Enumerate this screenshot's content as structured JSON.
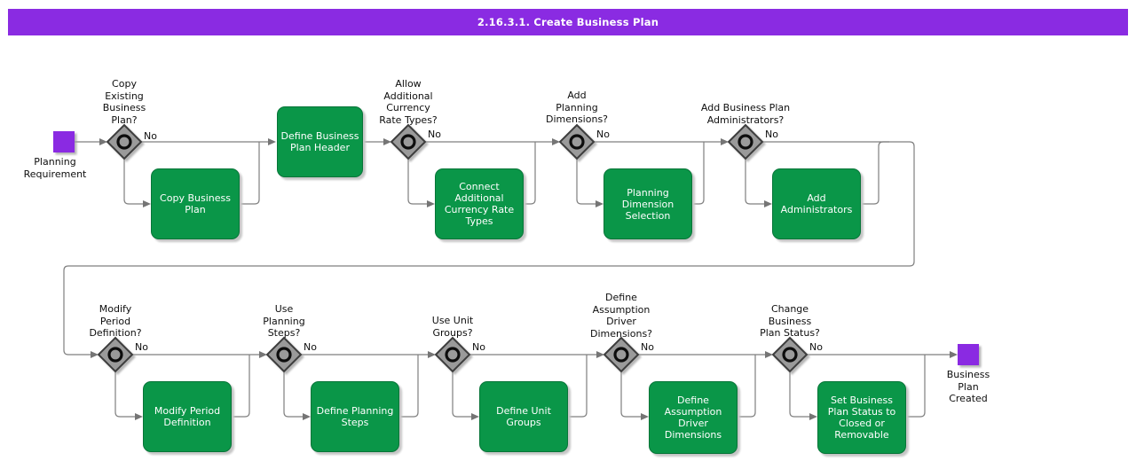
{
  "title": "2.16.3.1. Create Business Plan",
  "colors": {
    "header_bg": "#8A2BE2",
    "header_text": "#FFFFFF",
    "task_fill": "#0A9648",
    "task_text": "#FFFFFF",
    "event_fill": "#8A2BE2",
    "decision_fill": "#9A9A9A",
    "decision_border": "#3C3C3C",
    "connector": "#7F7F7F",
    "label_text": "#0E0E0E"
  },
  "events": {
    "start": {
      "label": "Planning\nRequirement"
    },
    "end": {
      "label": "Business\nPlan\nCreated"
    }
  },
  "decisions": [
    {
      "question": "Copy\nExisting\nBusiness\nPlan?",
      "no_label": "No"
    },
    {
      "question": "Allow\nAdditional\nCurrency\nRate Types?",
      "no_label": "No"
    },
    {
      "question": "Add\nPlanning\nDimensions?",
      "no_label": "No"
    },
    {
      "question": "Add Business Plan\nAdministrators?",
      "no_label": "No"
    },
    {
      "question": "Modify\nPeriod\nDefinition?",
      "no_label": "No"
    },
    {
      "question": "Use\nPlanning\nSteps?",
      "no_label": "No"
    },
    {
      "question": "Use Unit\nGroups?",
      "no_label": "No"
    },
    {
      "question": "Define\nAssumption\nDriver\nDimensions?",
      "no_label": "No"
    },
    {
      "question": "Change\nBusiness\nPlan Status?",
      "no_label": "No"
    }
  ],
  "tasks": [
    {
      "label": "Copy Business\nPlan"
    },
    {
      "label": "Define Business\nPlan Header"
    },
    {
      "label": "Connect\nAdditional\nCurrency Rate\nTypes"
    },
    {
      "label": "Planning\nDimension\nSelection"
    },
    {
      "label": "Add\nAdministrators"
    },
    {
      "label": "Modify Period\nDefinition"
    },
    {
      "label": "Define Planning\nSteps"
    },
    {
      "label": "Define Unit\nGroups"
    },
    {
      "label": "Define\nAssumption\nDriver\nDimensions"
    },
    {
      "label": "Set Business\nPlan Status to\nClosed or\nRemovable"
    }
  ]
}
